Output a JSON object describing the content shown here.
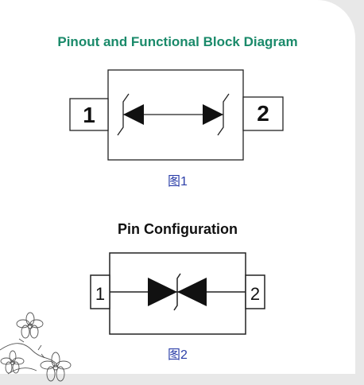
{
  "figure1": {
    "title": "Pinout and Functional Block Diagram",
    "pin1": "1",
    "pin2": "2",
    "caption": "图1"
  },
  "figure2": {
    "title": "Pin Configuration",
    "pin1": "1",
    "pin2": "2",
    "caption": "图2"
  },
  "colors": {
    "title_green": "#1a8a6a",
    "caption_blue": "#2b3ea8",
    "frame_gray": "#e8e8e8"
  }
}
